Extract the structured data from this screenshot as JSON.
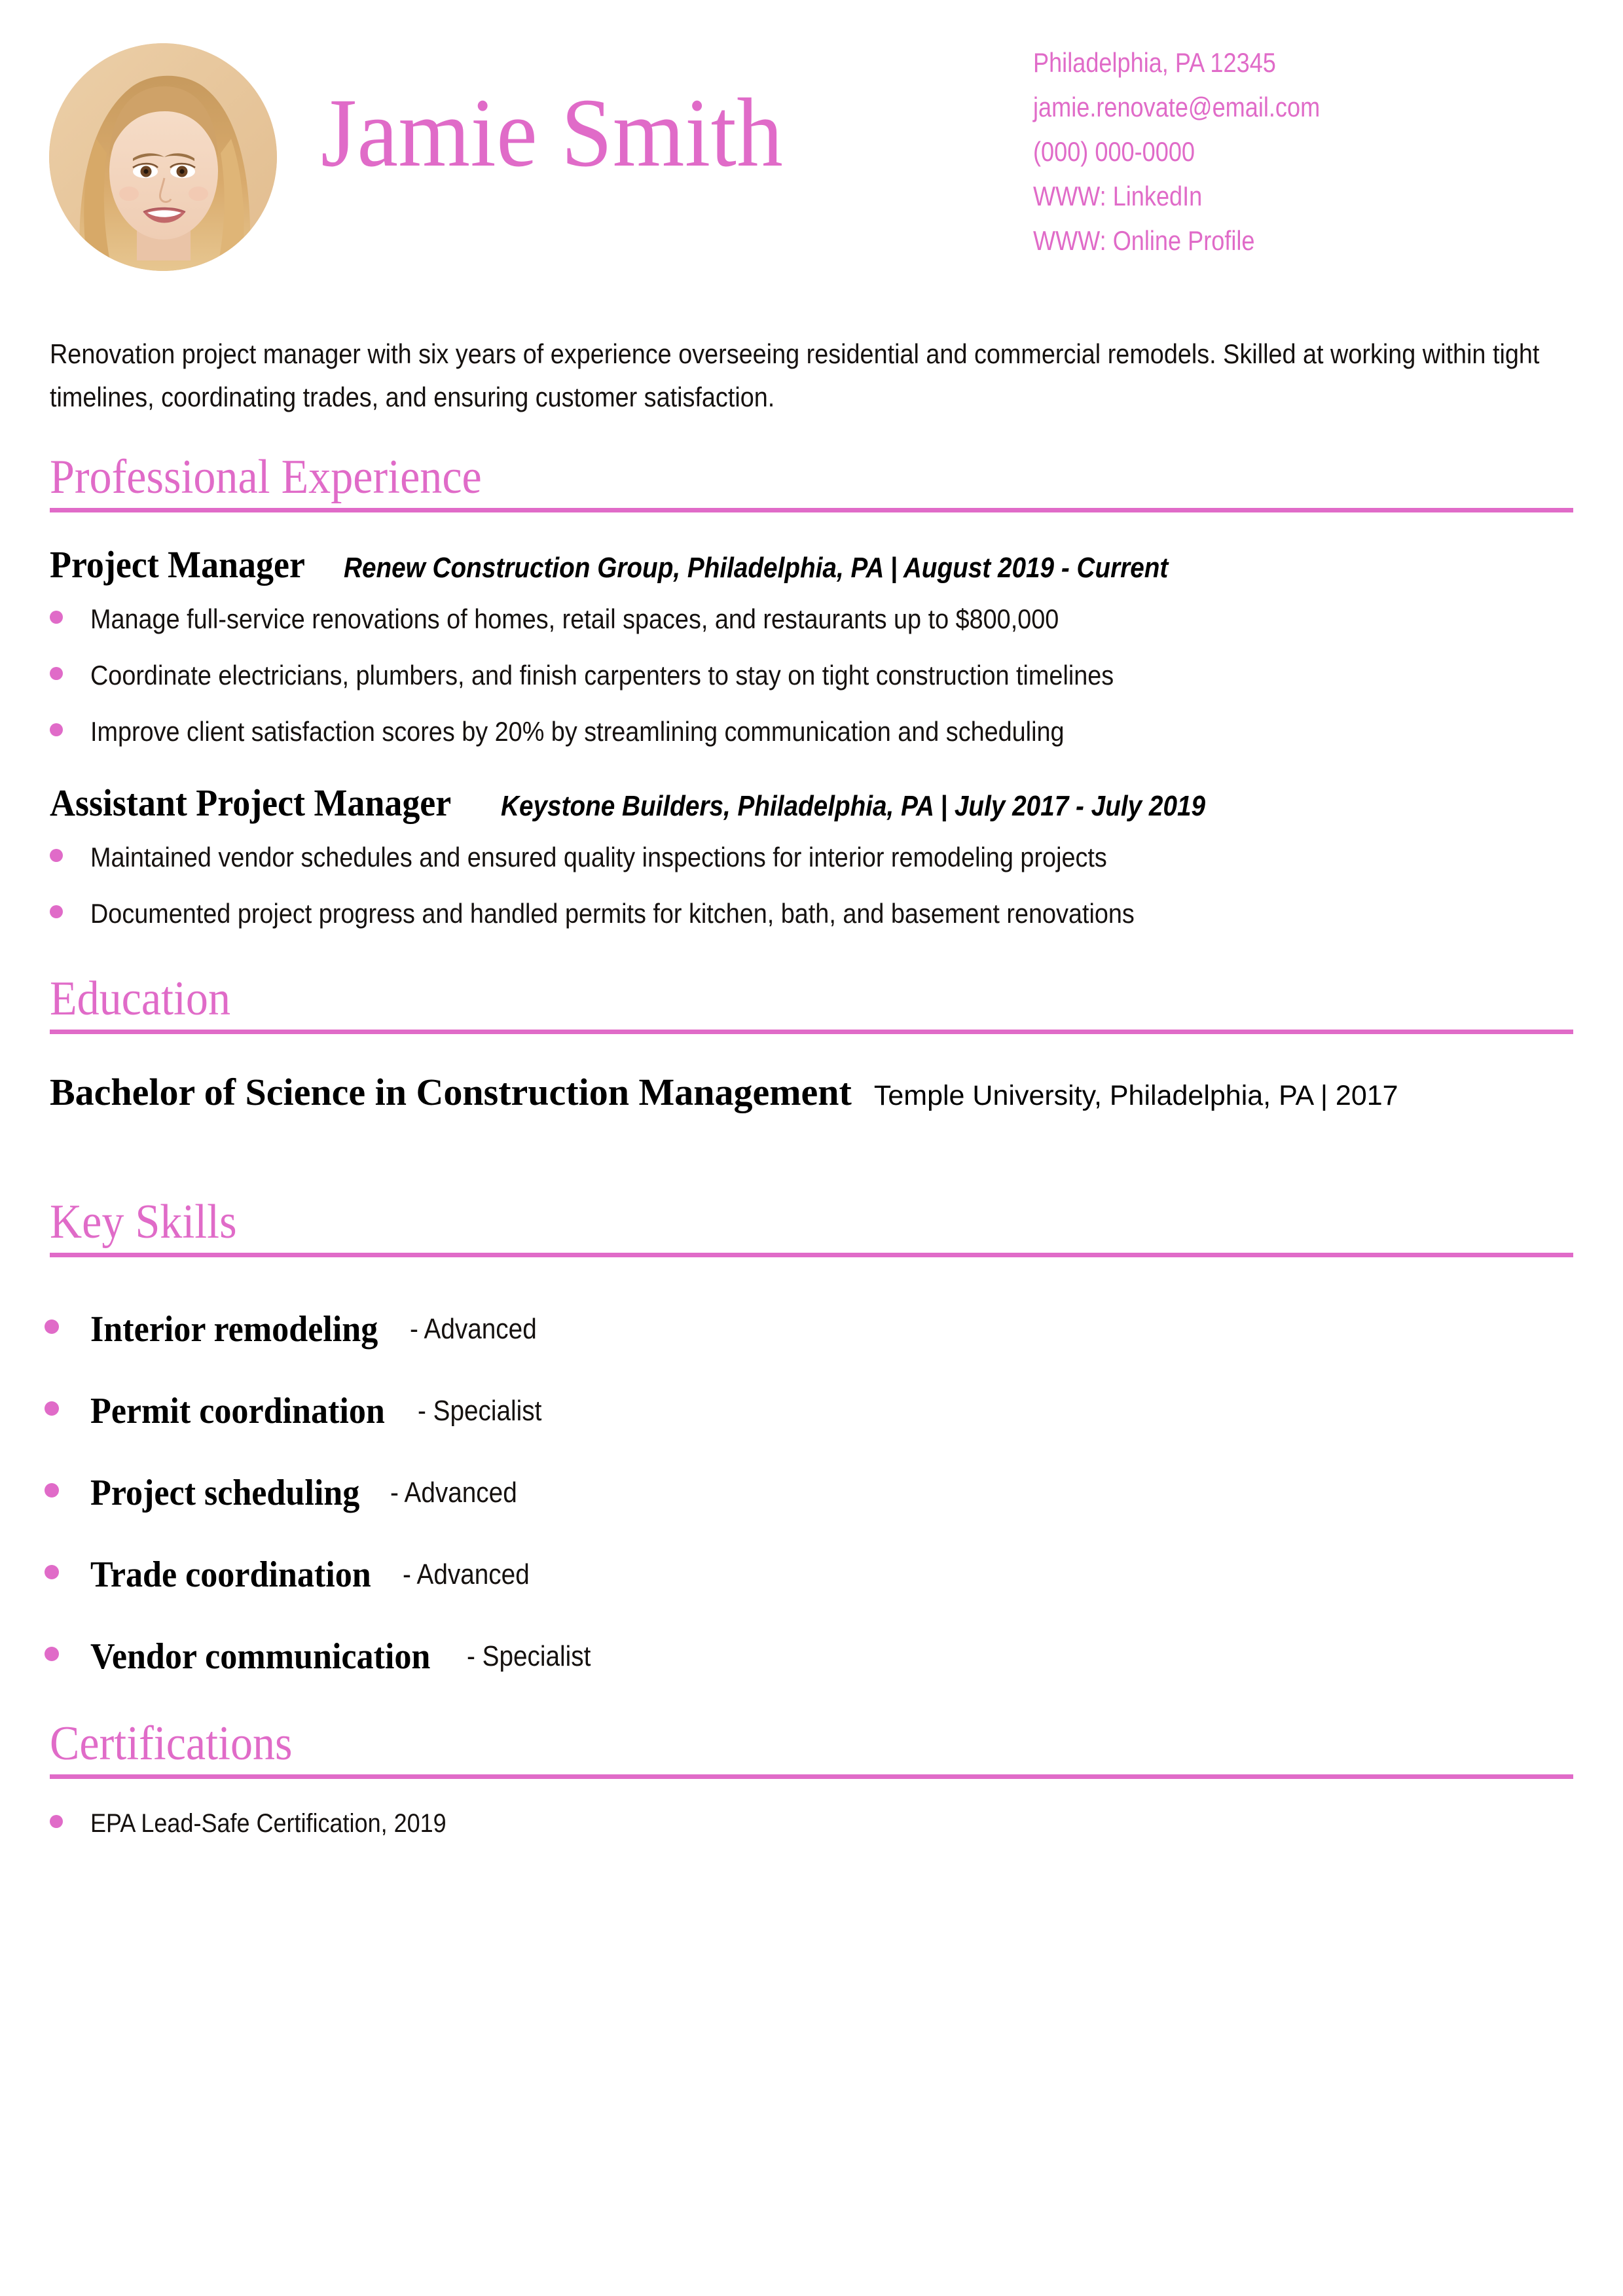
{
  "accent_color": "#e06bc8",
  "text_color": "#15110f",
  "header": {
    "name": "Jamie Smith",
    "avatar_alt": "profile-photo",
    "contact": [
      "Philadelphia, PA 12345",
      "jamie.renovate@email.com",
      "(000) 000-0000",
      "WWW: LinkedIn",
      "WWW: Online Profile"
    ]
  },
  "summary": {
    "text": "Renovation project manager with six years of experience overseeing residential and commercial remodels. Skilled at working within tight timelines, coordinating trades, and ensuring customer satisfaction."
  },
  "sections": {
    "experience": {
      "title": "Professional Experience",
      "jobs": [
        {
          "title": "Project Manager",
          "detail": "Renew Construction Group, Philadelphia, PA | August 2019 - Current",
          "bullets": [
            "Manage full-service renovations of homes, retail spaces, and restaurants up to $800,000",
            "Coordinate electricians, plumbers, and finish carpenters to stay on tight construction timelines",
            "Improve client satisfaction scores by 20% by streamlining communication and scheduling"
          ]
        },
        {
          "title": "Assistant Project Manager",
          "detail": "Keystone Builders, Philadelphia, PA | July 2017 - July 2019",
          "bullets": [
            "Maintained vendor schedules and ensured quality inspections for interior remodeling projects",
            "Documented project progress and handled permits for kitchen, bath, and basement renovations"
          ]
        }
      ]
    },
    "education": {
      "title": "Education",
      "degree": "Bachelor of Science in Construction Management",
      "detail": "Temple University, Philadelphia, PA | 2017"
    },
    "skills": {
      "title": "Key Skills",
      "items": [
        {
          "name": "Interior remodeling",
          "level": "- Advanced"
        },
        {
          "name": "Permit coordination",
          "level": "- Specialist"
        },
        {
          "name": "Project scheduling",
          "level": "- Advanced"
        },
        {
          "name": "Trade coordination",
          "level": "- Advanced"
        },
        {
          "name": "Vendor communication",
          "level": "- Specialist"
        }
      ]
    },
    "certifications": {
      "title": "Certifications",
      "items": [
        "EPA Lead-Safe Certification, 2019"
      ]
    }
  }
}
